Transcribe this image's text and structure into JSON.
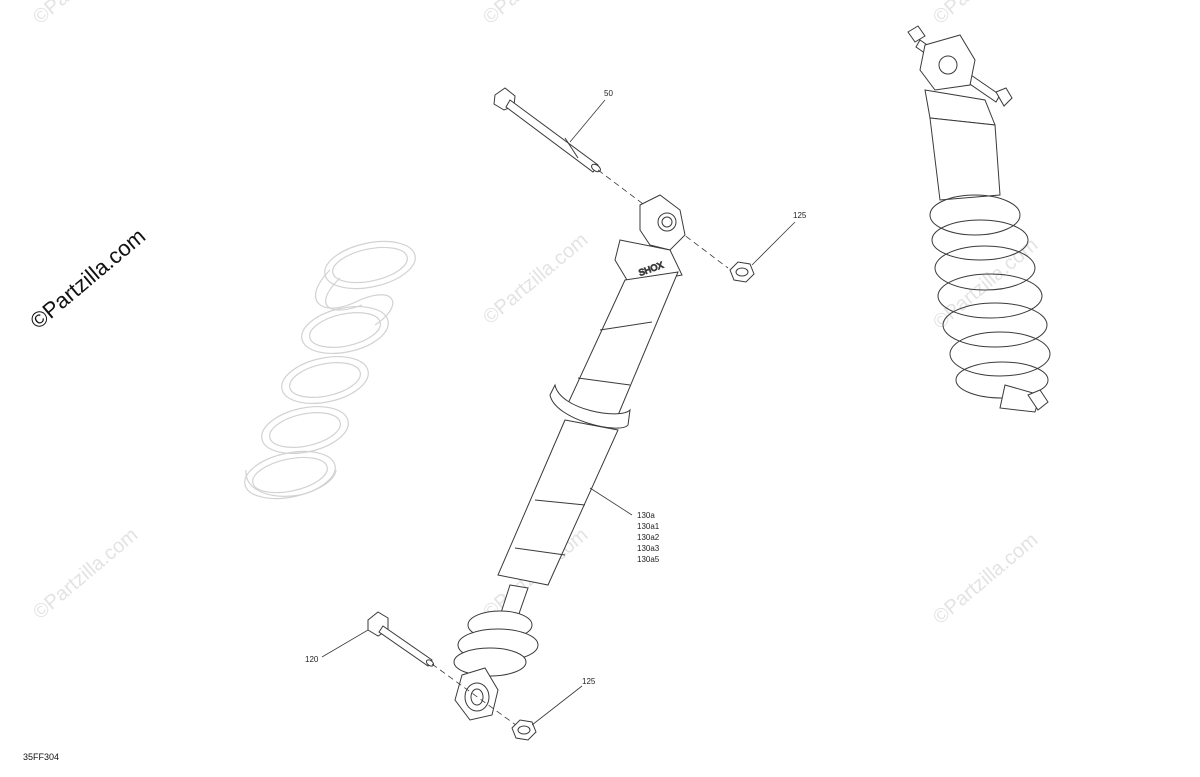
{
  "diagram": {
    "reference_code": "35FF304",
    "watermark_main": "©Partzilla.com",
    "watermark_faint": "©Partzilla.com",
    "callouts": {
      "bolt_top": "50",
      "nut_top": "125",
      "shock_group": [
        "130a",
        "130a1",
        "130a2",
        "130a3",
        "130a5"
      ],
      "bolt_bottom": "120",
      "nut_bottom": "125"
    },
    "colors": {
      "line": "#3a3a3a",
      "spring": "#d9d9d9",
      "part_fill": "#ffffff",
      "watermark": "#e3e3e3"
    }
  }
}
